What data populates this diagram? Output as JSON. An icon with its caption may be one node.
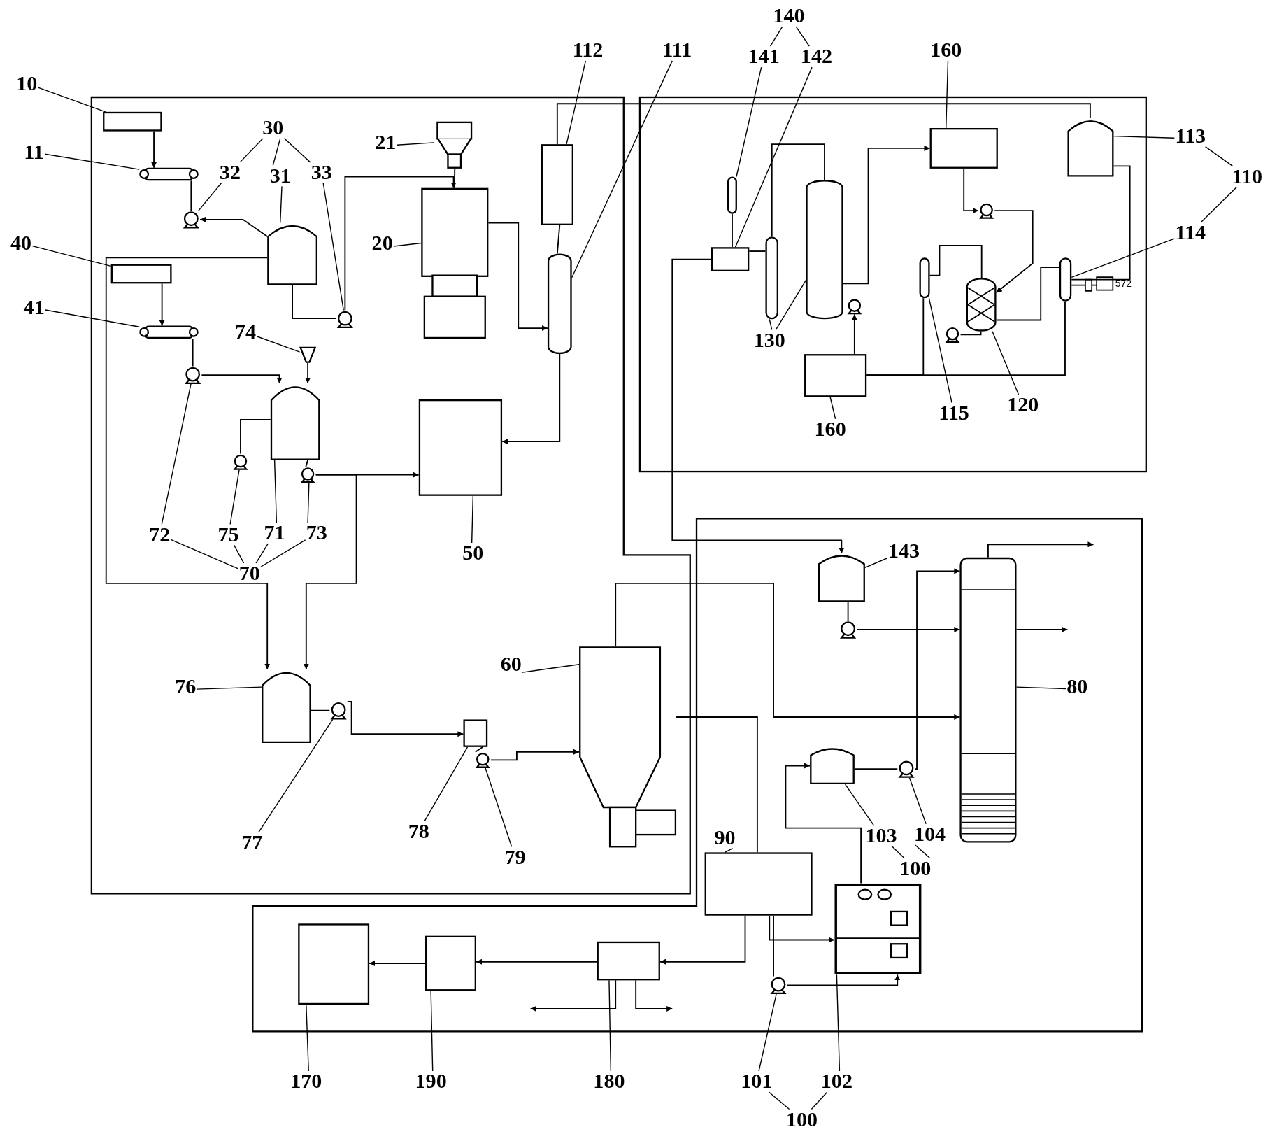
{
  "diagram": {
    "nodes": [
      {
        "text": [
          "10"
        ]
      },
      {
        "text": [
          "11"
        ]
      },
      {
        "text": [
          "30"
        ]
      },
      {
        "text": [
          "32"
        ]
      },
      {
        "text": [
          "31"
        ]
      },
      {
        "text": [
          "33"
        ]
      },
      {
        "text": [
          "21"
        ]
      },
      {
        "text": [
          "20"
        ]
      },
      {
        "text": [
          "112"
        ]
      },
      {
        "text": [
          "111"
        ]
      },
      {
        "text": [
          "40"
        ]
      },
      {
        "text": [
          "41"
        ]
      },
      {
        "text": [
          "74"
        ]
      },
      {
        "text": [
          "72"
        ]
      },
      {
        "text": [
          "75"
        ]
      },
      {
        "text": [
          "71"
        ]
      },
      {
        "text": [
          "73"
        ]
      },
      {
        "text": [
          "70"
        ]
      },
      {
        "text": [
          "50"
        ]
      },
      {
        "text": [
          "76"
        ]
      },
      {
        "text": [
          "60"
        ]
      },
      {
        "text": [
          "77"
        ]
      },
      {
        "text": [
          "78"
        ]
      },
      {
        "text": [
          "79"
        ]
      },
      {
        "text": [
          "140"
        ]
      },
      {
        "text": [
          "141"
        ]
      },
      {
        "text": [
          "142"
        ]
      },
      {
        "text": [
          "160"
        ]
      },
      {
        "text": [
          "113"
        ]
      },
      {
        "text": [
          "110"
        ]
      },
      {
        "text": [
          "114"
        ]
      },
      {
        "text": [
          "130"
        ]
      },
      {
        "text": [
          "160"
        ]
      },
      {
        "text": [
          "115"
        ]
      },
      {
        "text": [
          "120"
        ]
      },
      {
        "text": [
          "143"
        ]
      },
      {
        "text": [
          "80"
        ]
      },
      {
        "text": [
          "90"
        ]
      },
      {
        "text": [
          "103"
        ]
      },
      {
        "text": [
          "104"
        ]
      },
      {
        "text": [
          "100"
        ]
      },
      {
        "text": [
          "170"
        ]
      },
      {
        "text": [
          "190"
        ]
      },
      {
        "text": [
          "180"
        ]
      },
      {
        "text": [
          "101"
        ]
      },
      {
        "text": [
          "102"
        ]
      },
      {
        "text": [
          "100"
        ]
      },
      {
        "text": [],
        "shape": "box"
      },
      {
        "text": [],
        "shape": "cylinder"
      },
      {
        "text": [],
        "shape": "circle"
      },
      {
        "text": [],
        "shape": "cylinder"
      },
      {
        "text": [],
        "shape": "circle"
      },
      {
        "text": [],
        "shape": "hopper"
      },
      {
        "text": [],
        "shape": "box"
      },
      {
        "text": [],
        "shape": "box"
      },
      {
        "text": [],
        "shape": "cylinder"
      },
      {
        "text": [],
        "shape": "box"
      },
      {
        "text": [],
        "shape": "cylinder"
      },
      {
        "text": [],
        "shape": "circle"
      },
      {
        "text": [],
        "shape": "funnel"
      },
      {
        "text": [],
        "shape": "cylinder"
      },
      {
        "text": [],
        "shape": "circle"
      },
      {
        "text": [],
        "shape": "circle"
      },
      {
        "text": [],
        "shape": "box"
      },
      {
        "text": [],
        "shape": "cylinder"
      },
      {
        "text": [],
        "shape": "circle"
      },
      {
        "text": [],
        "shape": "box"
      },
      {
        "text": [],
        "shape": "circle"
      },
      {
        "text": [],
        "shape": "box"
      },
      {
        "text": [],
        "shape": "cylinder"
      },
      {
        "text": [],
        "shape": "box"
      },
      {
        "text": [],
        "shape": "cylinder"
      },
      {
        "text": [],
        "shape": "cylinder"
      },
      {
        "text": [],
        "shape": "box"
      },
      {
        "text": [],
        "shape": "box"
      },
      {
        "text": [],
        "shape": "cylinder"
      },
      {
        "text": [],
        "shape": "cylinder"
      },
      {
        "text": [],
        "shape": "cylinder"
      },
      {
        "text": [],
        "shape": "cylinder"
      },
      {
        "text": [],
        "shape": "circle"
      },
      {
        "text": [],
        "shape": "circle"
      },
      {
        "text": [],
        "shape": "circle"
      },
      {
        "text": [],
        "shape": "cylinder"
      },
      {
        "text": [],
        "shape": "circle"
      },
      {
        "text": [],
        "shape": "cylinder"
      },
      {
        "text": [],
        "shape": "box"
      },
      {
        "text": [],
        "shape": "cylinder"
      },
      {
        "text": [],
        "shape": "circle"
      },
      {
        "text": [],
        "shape": "box"
      },
      {
        "text": [],
        "shape": "circle"
      },
      {
        "text": [],
        "shape": "box"
      },
      {
        "text": [],
        "shape": "box"
      },
      {
        "text": [],
        "shape": "box"
      }
    ],
    "edges": [
      {
        "from": 0,
        "to": 47,
        "arrow": "none"
      },
      {
        "from": 1,
        "to": 48,
        "arrow": "none"
      },
      {
        "from": 2,
        "to": 3,
        "arrow": "none"
      },
      {
        "from": 2,
        "to": 4,
        "arrow": "none"
      },
      {
        "from": 2,
        "to": 5,
        "arrow": "none"
      },
      {
        "from": 3,
        "to": 49,
        "arrow": "none"
      },
      {
        "from": 4,
        "to": 50,
        "arrow": "none"
      },
      {
        "from": 5,
        "to": 51,
        "arrow": "none"
      },
      {
        "from": 6,
        "to": 52,
        "arrow": "none"
      },
      {
        "from": 7,
        "to": 53,
        "arrow": "none"
      },
      {
        "from": 8,
        "to": 54,
        "arrow": "none"
      },
      {
        "from": 9,
        "to": 55,
        "arrow": "none"
      },
      {
        "from": 10,
        "to": 56,
        "arrow": "none"
      },
      {
        "from": 11,
        "to": 57,
        "arrow": "none"
      },
      {
        "from": 12,
        "to": 59,
        "arrow": "none"
      },
      {
        "from": 13,
        "to": 58,
        "arrow": "none"
      },
      {
        "from": 14,
        "to": 61,
        "arrow": "none"
      },
      {
        "from": 15,
        "to": 60,
        "arrow": "none"
      },
      {
        "from": 16,
        "to": 62,
        "arrow": "none"
      },
      {
        "from": 17,
        "to": 13,
        "arrow": "none"
      },
      {
        "from": 17,
        "to": 14,
        "arrow": "none"
      },
      {
        "from": 17,
        "to": 15,
        "arrow": "none"
      },
      {
        "from": 17,
        "to": 16,
        "arrow": "none"
      },
      {
        "from": 18,
        "to": 63,
        "arrow": "none"
      },
      {
        "from": 19,
        "to": 64,
        "arrow": "none"
      },
      {
        "from": 20,
        "to": 68,
        "arrow": "none"
      },
      {
        "from": 21,
        "to": 65,
        "arrow": "none"
      },
      {
        "from": 22,
        "to": 66,
        "arrow": "none"
      },
      {
        "from": 23,
        "to": 67,
        "arrow": "none"
      },
      {
        "from": 24,
        "to": 25,
        "arrow": "none"
      },
      {
        "from": 24,
        "to": 26,
        "arrow": "none"
      },
      {
        "from": 25,
        "to": 69,
        "arrow": "none"
      },
      {
        "from": 26,
        "to": 70,
        "arrow": "none"
      },
      {
        "from": 27,
        "to": 73,
        "arrow": "none"
      },
      {
        "from": 28,
        "to": 75,
        "arrow": "none"
      },
      {
        "from": 29,
        "to": 28,
        "arrow": "none"
      },
      {
        "from": 29,
        "to": 30,
        "arrow": "none"
      },
      {
        "from": 30,
        "to": 76,
        "arrow": "none"
      },
      {
        "from": 31,
        "to": 71,
        "arrow": "none"
      },
      {
        "from": 31,
        "to": 72,
        "arrow": "none"
      },
      {
        "from": 32,
        "to": 74,
        "arrow": "none"
      },
      {
        "from": 33,
        "to": 77,
        "arrow": "none"
      },
      {
        "from": 34,
        "to": 78,
        "arrow": "none"
      },
      {
        "from": 35,
        "to": 82,
        "arrow": "none"
      },
      {
        "from": 36,
        "to": 84,
        "arrow": "none"
      },
      {
        "from": 37,
        "to": 85,
        "arrow": "none"
      },
      {
        "from": 38,
        "to": 86,
        "arrow": "none"
      },
      {
        "from": 39,
        "to": 87,
        "arrow": "none"
      },
      {
        "from": 40,
        "to": 38,
        "arrow": "none"
      },
      {
        "from": 40,
        "to": 39,
        "arrow": "none"
      },
      {
        "from": 41,
        "to": 92,
        "arrow": "none"
      },
      {
        "from": 42,
        "to": 91,
        "arrow": "none"
      },
      {
        "from": 43,
        "to": 90,
        "arrow": "none"
      },
      {
        "from": 44,
        "to": 89,
        "arrow": "none"
      },
      {
        "from": 45,
        "to": 88,
        "arrow": "none"
      },
      {
        "from": 46,
        "to": 44,
        "arrow": "none"
      },
      {
        "from": 46,
        "to": 45,
        "arrow": "none"
      },
      {
        "from": 47,
        "to": 48,
        "arrow": "to"
      },
      {
        "from": 48,
        "to": 49,
        "arrow": "none"
      },
      {
        "from": 50,
        "to": 49,
        "arrow": "to"
      },
      {
        "from": 50,
        "to": 51,
        "arrow": "none"
      },
      {
        "from": 51,
        "to": 53,
        "arrow": "to"
      },
      {
        "from": 52,
        "to": 53,
        "arrow": "none"
      },
      {
        "from": 53,
        "to": 55,
        "arrow": "to"
      },
      {
        "from": 54,
        "to": 55,
        "arrow": "none"
      },
      {
        "from": 55,
        "to": 63,
        "arrow": "to"
      },
      {
        "from": 56,
        "to": 57,
        "arrow": "to"
      },
      {
        "from": 57,
        "to": 58,
        "arrow": "none"
      },
      {
        "from": 58,
        "to": 60,
        "arrow": "to"
      },
      {
        "from": 59,
        "to": 60,
        "arrow": "to"
      },
      {
        "from": 60,
        "to": 61,
        "arrow": "none"
      },
      {
        "from": 60,
        "to": 62,
        "arrow": "none"
      },
      {
        "from": 62,
        "to": 63,
        "arrow": "to"
      },
      {
        "from": 62,
        "to": 64,
        "arrow": "to"
      },
      {
        "from": 50,
        "to": 64,
        "arrow": "to"
      },
      {
        "from": 64,
        "to": 65,
        "arrow": "none"
      },
      {
        "from": 65,
        "to": 66,
        "arrow": "to"
      },
      {
        "from": 66,
        "to": 67,
        "arrow": "none"
      },
      {
        "from": 67,
        "to": 68,
        "arrow": "to"
      },
      {
        "from": 68,
        "to": 84,
        "arrow": "to"
      },
      {
        "from": 68,
        "to": 85,
        "arrow": "none"
      },
      {
        "from": 85,
        "to": 88,
        "arrow": "to"
      },
      {
        "from": 85,
        "to": 90,
        "arrow": "to"
      },
      {
        "from": 90,
        "to": 91,
        "arrow": "to"
      },
      {
        "from": 91,
        "to": 92,
        "arrow": "to"
      },
      {
        "from": 89,
        "to": 88,
        "arrow": "to"
      },
      {
        "from": 85,
        "to": 89,
        "arrow": "none"
      },
      {
        "from": 88,
        "to": 86,
        "arrow": "to"
      },
      {
        "from": 86,
        "to": 87,
        "arrow": "none"
      },
      {
        "from": 87,
        "to": 84,
        "arrow": "to"
      },
      {
        "from": 82,
        "to": 83,
        "arrow": "none"
      },
      {
        "from": 83,
        "to": 84,
        "arrow": "to"
      },
      {
        "from": 70,
        "to": 82,
        "arrow": "to"
      },
      {
        "from": 84,
        "to": null,
        "arrow": "to"
      },
      {
        "from": 84,
        "to": null,
        "arrow": "to"
      },
      {
        "from": 90,
        "to": null,
        "arrow": "to"
      },
      {
        "from": 90,
        "to": null,
        "arrow": "to"
      },
      {
        "from": 69,
        "to": 70,
        "arrow": "none"
      },
      {
        "from": 70,
        "to": 71,
        "arrow": "none"
      },
      {
        "from": 71,
        "to": 72,
        "arrow": "none"
      },
      {
        "from": 72,
        "to": 73,
        "arrow": "to"
      },
      {
        "from": 73,
        "to": 79,
        "arrow": "to"
      },
      {
        "from": 79,
        "to": 78,
        "arrow": "to"
      },
      {
        "from": 74,
        "to": 80,
        "arrow": "to"
      },
      {
        "from": 74,
        "to": 77,
        "arrow": "none"
      },
      {
        "from": 77,
        "to": 78,
        "arrow": "none"
      },
      {
        "from": 81,
        "to": 78,
        "arrow": "none"
      },
      {
        "from": 78,
        "to": 76,
        "arrow": "none"
      },
      {
        "from": 76,
        "to": 75,
        "arrow": "none"
      },
      {
        "from": 75,
        "to": 54,
        "arrow": "none"
      },
      {
        "from": 76,
        "to": 74,
        "arrow": "none"
      }
    ],
    "labels": [
      "572"
    ]
  }
}
